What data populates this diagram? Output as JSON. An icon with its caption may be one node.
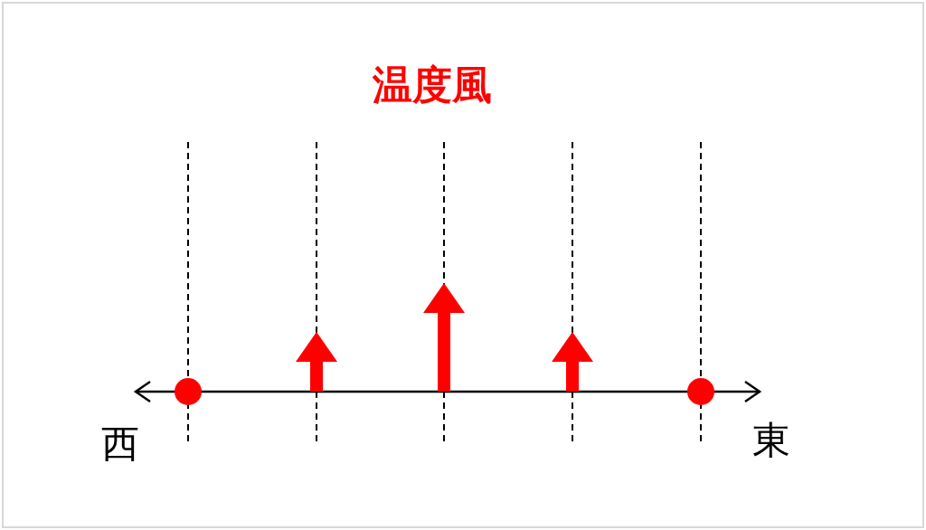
{
  "diagram": {
    "title": "温度風",
    "labels": [
      "西",
      "東"
    ]
  }
}
